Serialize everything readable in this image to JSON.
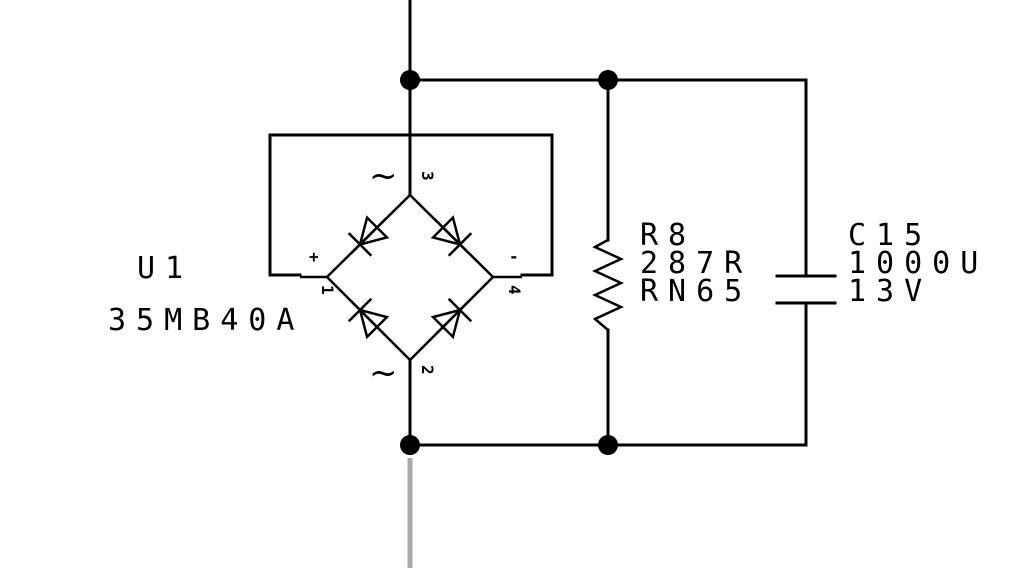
{
  "colors": {
    "wire": "#000000",
    "grey_wire": "#a8a8a8",
    "background": "#ffffff"
  },
  "bridge": {
    "ref": "U1",
    "value": "35MB40A",
    "pins": {
      "p1": "1",
      "p2": "2",
      "p3": "3",
      "p4": "4"
    },
    "plus": "+",
    "minus": "-",
    "ac": "~"
  },
  "resistor": {
    "ref": "R8",
    "value": "287R",
    "type": "RN65"
  },
  "capacitor": {
    "ref": "C15",
    "value": "1000U",
    "voltage": "13V"
  }
}
